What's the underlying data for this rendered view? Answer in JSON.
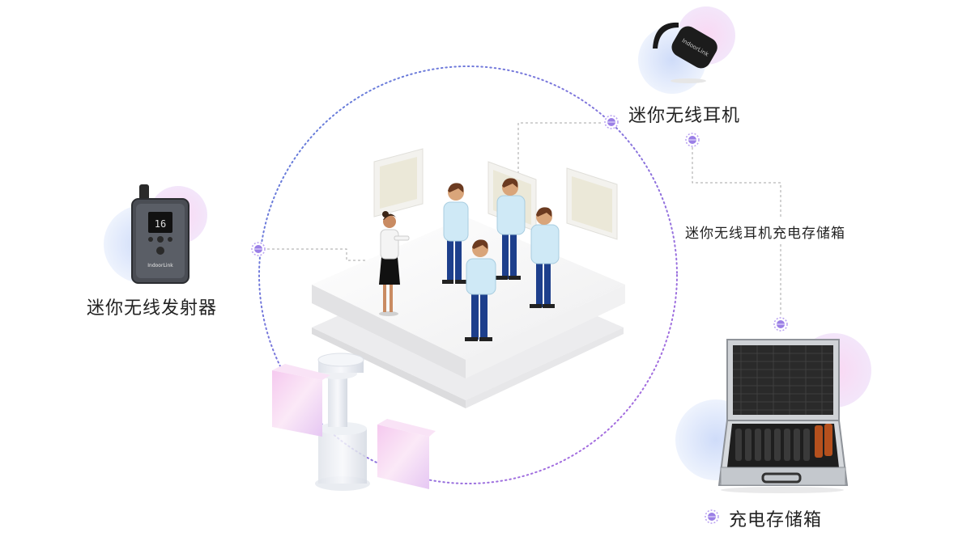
{
  "labels": {
    "transmitter": "迷你无线发射器",
    "headset": "迷你无线耳机",
    "headset_charging_case": "迷你无线耳机充电存储箱",
    "charging_case": "充电存储箱"
  },
  "product_brand": "IndoorLink",
  "transmitter_screen": "16",
  "colors": {
    "orbit_blue": "#5b7fd9",
    "orbit_purple": "#a46be0",
    "connector": "#9a9a9a",
    "node_fill": "#9b7fe6",
    "blob_pink": "#f6d8f1",
    "blob_blue": "#d6e3fb",
    "shirt": "#cfe9f6",
    "pants": "#1d3f8c"
  }
}
